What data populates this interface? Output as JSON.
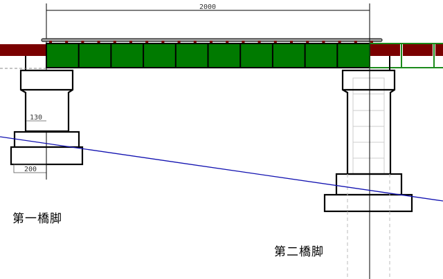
{
  "dimensions": {
    "span": "2000",
    "column_width": "130",
    "footing_offset": "200"
  },
  "labels": {
    "pier1": "第一橋脚",
    "pier2": "第二橋脚"
  },
  "colors": {
    "girder": "#007a00",
    "beam": "#7a0000",
    "ground_line": "#1010b0"
  }
}
